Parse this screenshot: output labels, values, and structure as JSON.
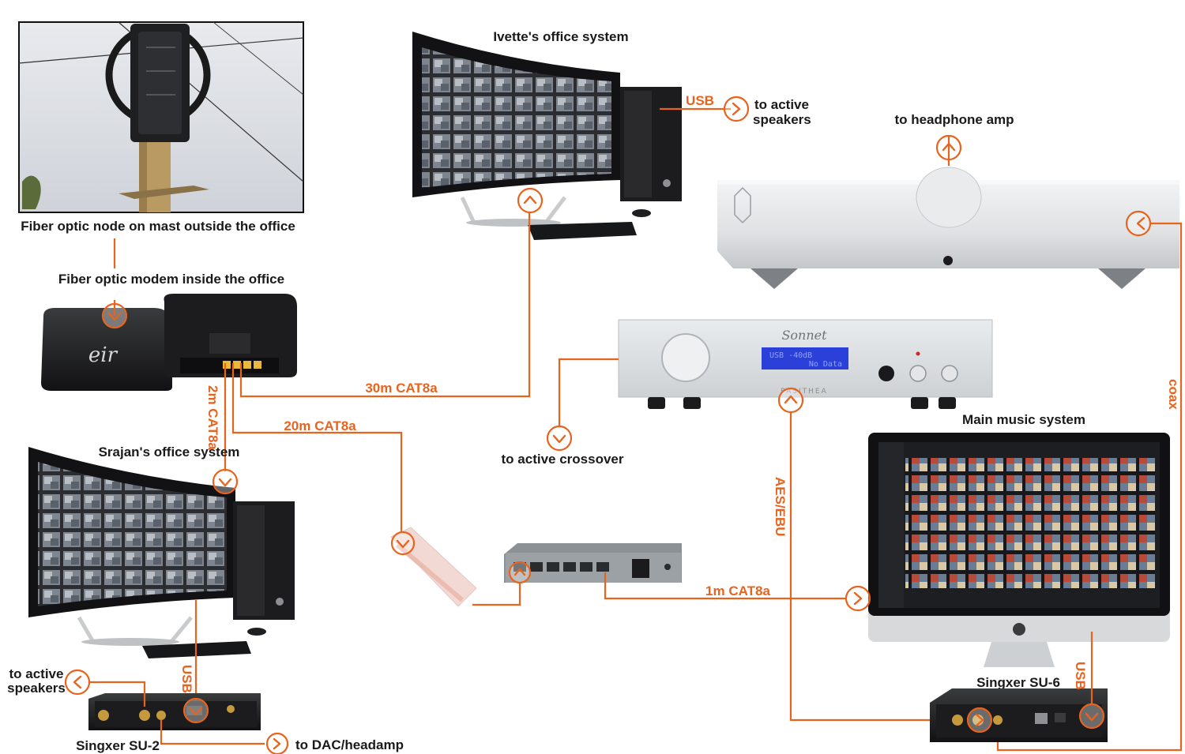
{
  "labels": {
    "fiber_node": "Fiber optic node on mast outside the office",
    "fiber_modem": "Fiber optic modem inside the office",
    "ivette_system": "Ivette's office system",
    "srajan_system": "Srajan's office system",
    "to_active_speakers_top": "to active",
    "to_active_speakers_top_2": "speakers",
    "to_headphone_amp": "to headphone amp",
    "to_active_crossover": "to active crossover",
    "main_music_system": "Main music system",
    "to_active_speakers_left": "to active",
    "to_active_speakers_left_2": "speakers",
    "to_dac_headamp": "to DAC/headamp",
    "singxer_su2": "Singxer SU-2",
    "singxer_su6": "Singxer SU-6"
  },
  "cables": {
    "usb_ivette": "USB",
    "cat8a_30m": "30m CAT8a",
    "cat8a_20m": "20m CAT8a",
    "cat8a_2m": "2m CAT8a",
    "cat8a_1m": "1m CAT8a",
    "aes_ebu": "AES/EBU",
    "coax": "coax",
    "usb_srajan": "USB",
    "usb_main": "USB"
  },
  "device_text": {
    "modem_brand": "eir",
    "amp_brand": "Sonnet",
    "amp_display_line1": "USB      -40dB",
    "amp_display_line2": "No Data",
    "amp_model": "PASITHEA"
  },
  "colors": {
    "accent": "#e8641e",
    "label": "#1a1a1a"
  }
}
